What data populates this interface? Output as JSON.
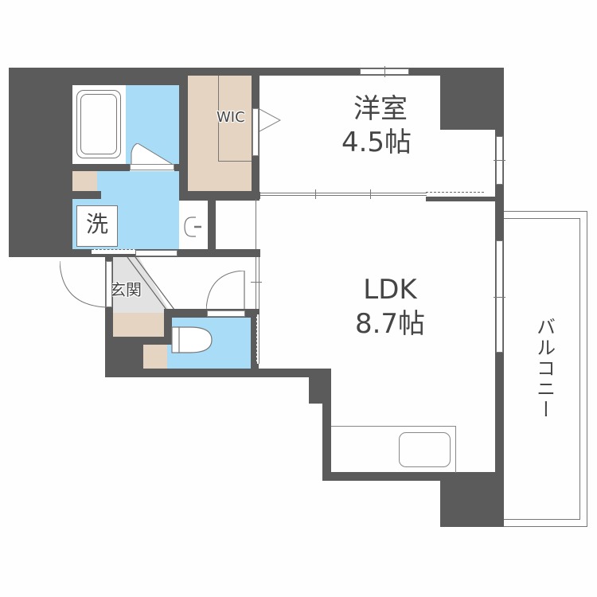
{
  "floorplan": {
    "colors": {
      "wall": "#5b5b5b",
      "wet_area": "#a9dcf6",
      "storage": "#e6d4c3",
      "entrance": "#e2e2e2",
      "floor": "#fdfefd"
    },
    "rooms": {
      "western_room": {
        "name": "洋室",
        "size": "4.5帖"
      },
      "ldk": {
        "name": "LDK",
        "size": "8.7帖"
      },
      "wic": {
        "name": "WIC"
      },
      "washroom": {
        "name": "洗"
      },
      "entrance": {
        "name": "玄関"
      },
      "balcony": {
        "name": "バルコニー"
      }
    }
  }
}
